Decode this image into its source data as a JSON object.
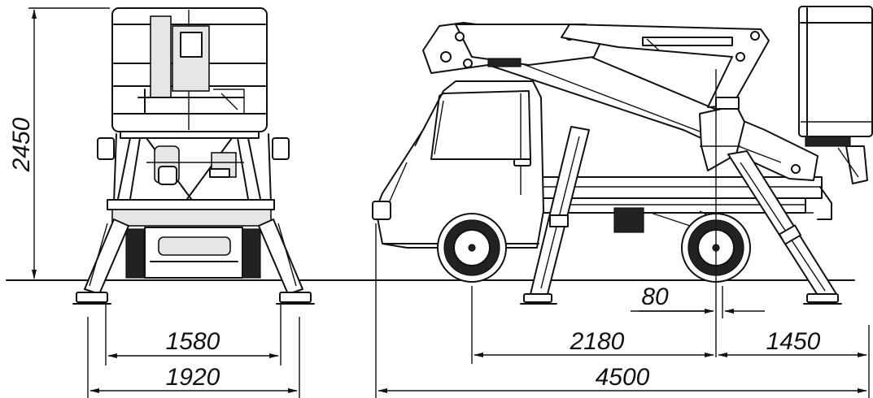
{
  "dimensions": {
    "height": "2450",
    "track_inner": "1580",
    "track_outer": "1920",
    "offset": "80",
    "wheelbase": "2180",
    "rear_overhang": "1450",
    "overall_length": "4500"
  },
  "colors": {
    "line": "#111111",
    "background": "#ffffff"
  }
}
